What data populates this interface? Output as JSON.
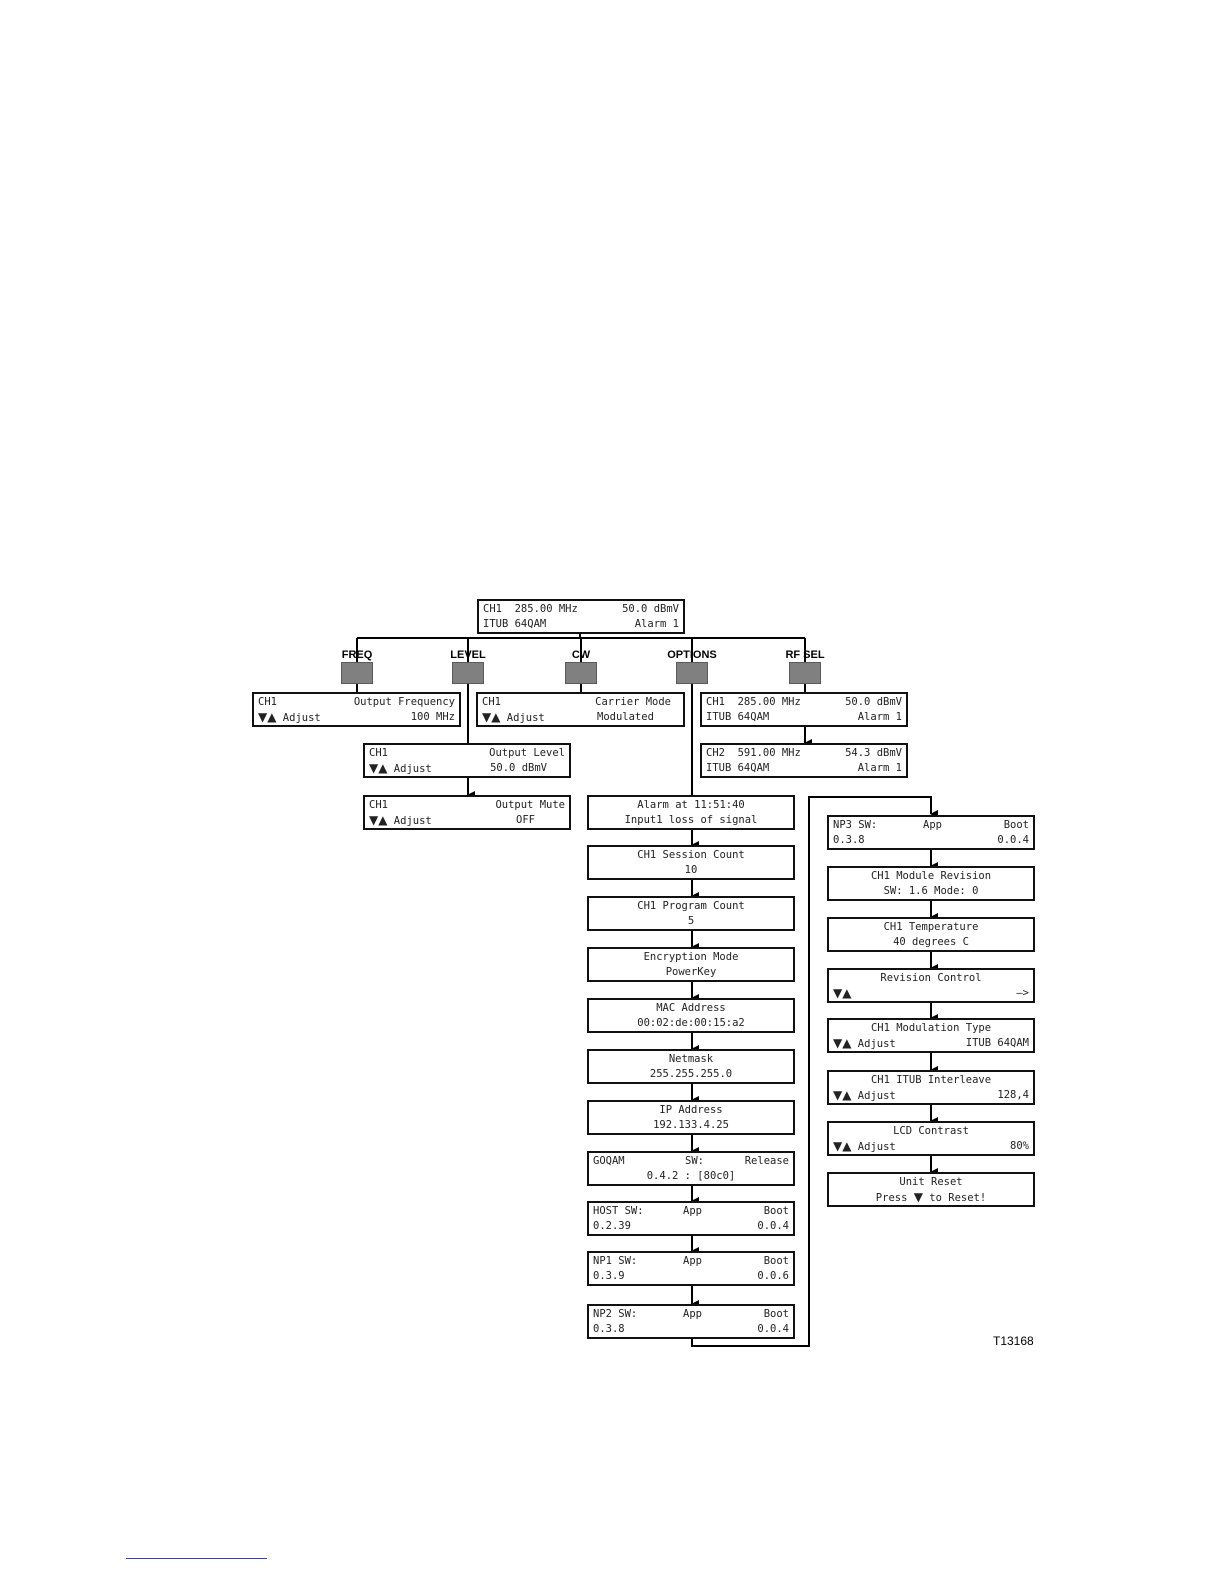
{
  "keys": [
    "FREQ",
    "LEVEL",
    "CW",
    "OPTIONS",
    "RF SEL"
  ],
  "arrows": {
    "down_up": "▼▲",
    "down": "▼",
    "right": "—>"
  },
  "home": {
    "l1a": "CH1  285.00 MHz",
    "l1b": "50.0 dBmV",
    "l2a": "ITUB 64QAM",
    "l2b": "Alarm 1"
  },
  "freq": {
    "l1a": "CH1",
    "l1b": "Output Frequency",
    "l2a": "Adjust",
    "l2b": "100 MHz"
  },
  "level1": {
    "l1a": "CH1",
    "l1b": "Output Level",
    "l2a": "Adjust",
    "l2b": "50.0 dBmV"
  },
  "level2": {
    "l1a": "CH1",
    "l1b": "Output Mute",
    "l2a": "Adjust",
    "l2b": "OFF"
  },
  "cw": {
    "l1a": "CH1",
    "l1b": "Carrier Mode",
    "l2a": "Adjust",
    "l2b": "Modulated"
  },
  "rfsel1": {
    "l1a": "CH1  285.00 MHz",
    "l1b": "50.0 dBmV",
    "l2a": "ITUB 64QAM",
    "l2b": "Alarm 1"
  },
  "rfsel2": {
    "l1a": "CH2  591.00 MHz",
    "l1b": "54.3 dBmV",
    "l2a": "ITUB 64QAM",
    "l2b": "Alarm 1"
  },
  "options_left": [
    {
      "l1": "Alarm at 11:51:40",
      "l2": "Input1 loss of signal"
    },
    {
      "l1": "CH1 Session Count",
      "l2": "10"
    },
    {
      "l1": "CH1 Program Count",
      "l2": "5"
    },
    {
      "l1": "Encryption Mode",
      "l2": "PowerKey"
    },
    {
      "l1": "MAC Address",
      "l2": "00:02:de:00:15:a2"
    },
    {
      "l1": "Netmask",
      "l2": "255.255.255.0"
    },
    {
      "l1": "IP Address",
      "l2": "192.133.4.25"
    }
  ],
  "gqam": {
    "l1a": "GOQAM",
    "l1b": "SW:",
    "l1c": "Release",
    "l2": "0.4.2 : [80c0]"
  },
  "sw_boxes": [
    {
      "l1a": "HOST SW:",
      "l1b": "App",
      "l1c": "Boot",
      "l2a": "0.2.39",
      "l2c": "0.0.4"
    },
    {
      "l1a": "NP1 SW:",
      "l1b": "App",
      "l1c": "Boot",
      "l2a": "0.3.9",
      "l2c": "0.0.6"
    },
    {
      "l1a": "NP2 SW:",
      "l1b": "App",
      "l1c": "Boot",
      "l2a": "0.3.8",
      "l2c": "0.0.4"
    }
  ],
  "np3": {
    "l1a": "NP3 SW:",
    "l1b": "App",
    "l1c": "Boot",
    "l2a": "0.3.8",
    "l2c": "0.0.4"
  },
  "options_right": [
    {
      "l1": "CH1 Module Revision",
      "l2": "SW: 1.6 Mode: 0"
    },
    {
      "l1": "CH1 Temperature",
      "l2": "40 degrees C"
    }
  ],
  "revision": {
    "l1": "Revision Control"
  },
  "options_right2": [
    {
      "l1": "CH1 Modulation Type",
      "l2a": "Adjust",
      "l2b": "ITUB 64QAM"
    },
    {
      "l1": "CH1 ITUB Interleave",
      "l2a": "Adjust",
      "l2b": "128,4"
    },
    {
      "l1": "LCD Contrast",
      "l2a": "Adjust",
      "l2b": "80%"
    }
  ],
  "reset": {
    "l1": "Unit Reset",
    "l2a": "Press",
    "l2b": "to Reset!"
  },
  "figure_id": "T13168"
}
